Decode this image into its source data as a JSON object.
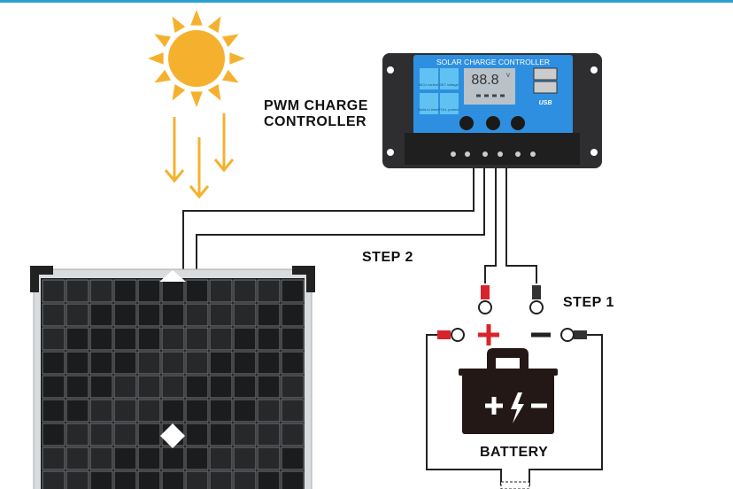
{
  "labels": {
    "controller_title": [
      "PWM CHARGE",
      "CONTROLLER"
    ],
    "step1": "STEP 1",
    "step2": "STEP 2",
    "battery": "BATTERY"
  },
  "controller": {
    "face_title": "SOLAR CHARGE CONTROLLER",
    "display": "88.8",
    "display_unit": "V",
    "features": [
      {
        "icon": "chip-icon",
        "label": "MCU control"
      },
      {
        "icon": "gear-icon",
        "label": "SET voltage"
      },
      {
        "icon": "clock-icon",
        "label": "Build-in timer"
      },
      {
        "icon": "lock-icon",
        "label": "FULL protect"
      }
    ],
    "usb_label": "USB"
  },
  "colors": {
    "sun": "#F5B12E",
    "controller_blue": "#2E8FE0",
    "controller_body": "#2E2E30",
    "positive": "#D8242A",
    "battery": "#231815",
    "top_bar": "#2AA0D0"
  }
}
